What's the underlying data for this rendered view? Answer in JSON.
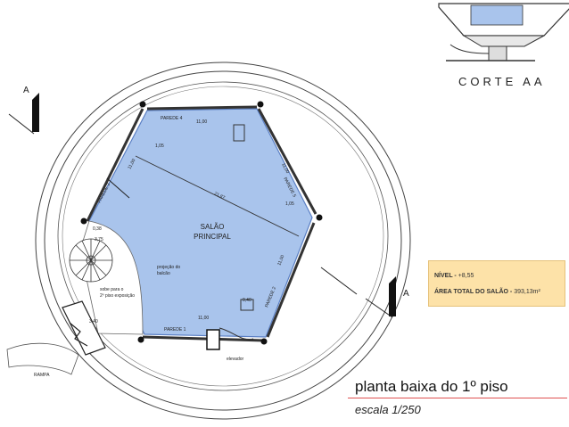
{
  "section_label": "CORTE AA",
  "section_markers": [
    "A",
    "A"
  ],
  "room": {
    "line1": "SALÃO",
    "line2": "PRINCIPAL"
  },
  "walls": [
    "PAREDE 4",
    "PAREDE 1",
    "PAREDE 3",
    "PAREDE 5",
    "PAREDE 2"
  ],
  "dimensions": [
    "11,00",
    "11,00",
    "11,00",
    "11,00",
    "11,00",
    "1,05",
    "1,05",
    "0,40",
    "0,38",
    "21,87",
    "3,75",
    "3,40"
  ],
  "notes": {
    "balcony": [
      "projeção do",
      "balcão"
    ],
    "stairs": [
      "sobe para o",
      "2º piso exposição"
    ],
    "elevator": "elevador",
    "ramp": "RAMPA"
  },
  "info": {
    "level_label": "NÍVEL -",
    "level_value": "+8,55",
    "area_label": "ÁREA TOTAL DO SALÃO -",
    "area_value": "393,13m²"
  },
  "title": "planta baixa do 1º piso",
  "scale": "escala 1/250",
  "colors": {
    "room_fill": "#a9c4ec",
    "room_stroke": "#5a7fc4",
    "info_bg": "#fde2a8",
    "title_rule": "#e05050"
  }
}
